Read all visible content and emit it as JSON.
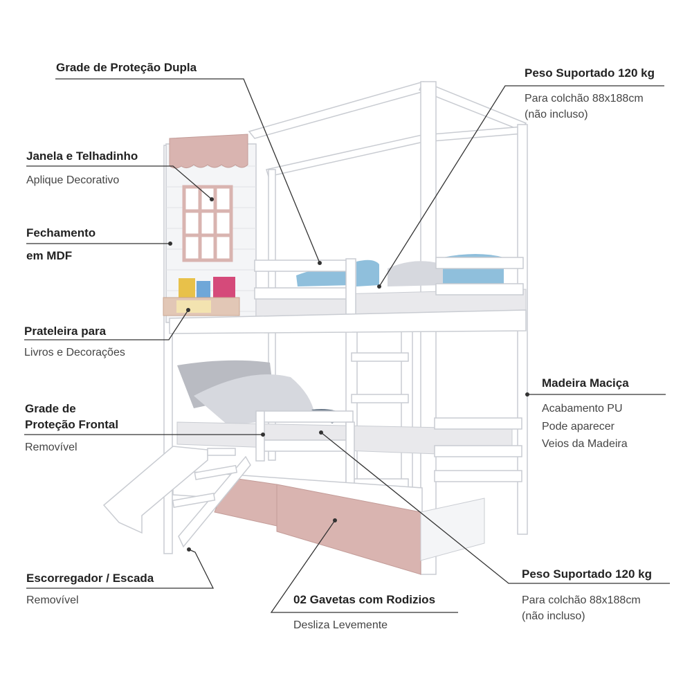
{
  "colors": {
    "frame": "#ffffff",
    "frame_edge": "#c9ccd2",
    "pink": "#d9b4b0",
    "pink_dark": "#c29b97",
    "mattress": "#e9e9ec",
    "pillow_blue": "#8fbfdc",
    "pillow_gray": "#b9bbc2",
    "leader": "#333333"
  },
  "callouts": {
    "grade_dupla": {
      "title": "Grade de Proteção Dupla"
    },
    "peso_top": {
      "title": "Peso Suportado 120 kg",
      "line1": "Para colchão 88x188cm",
      "line2": "(não incluso)"
    },
    "janela": {
      "title": "Janela e Telhadinho",
      "sub": "Aplique Decorativo"
    },
    "fechamento": {
      "title1": "Fechamento",
      "title2": "em MDF"
    },
    "prateleira": {
      "title": "Prateleira para",
      "sub": "Livros e Decorações"
    },
    "madeira": {
      "title": "Madeira Maciça",
      "line1": "Acabamento PU",
      "line2": "Pode aparecer",
      "line3": "Veios da Madeira"
    },
    "grade_frontal": {
      "title1": "Grade de",
      "title2": "Proteção Frontal",
      "sub": "Removível"
    },
    "escorregador": {
      "title": "Escorregador / Escada",
      "sub": "Removível"
    },
    "peso_bottom": {
      "title": "Peso Suportado 120 kg",
      "line1": "Para colchão 88x188cm",
      "line2": "(não incluso)"
    },
    "gavetas": {
      "title": "02 Gavetas com Rodizios",
      "sub": "Desliza Levemente"
    }
  }
}
